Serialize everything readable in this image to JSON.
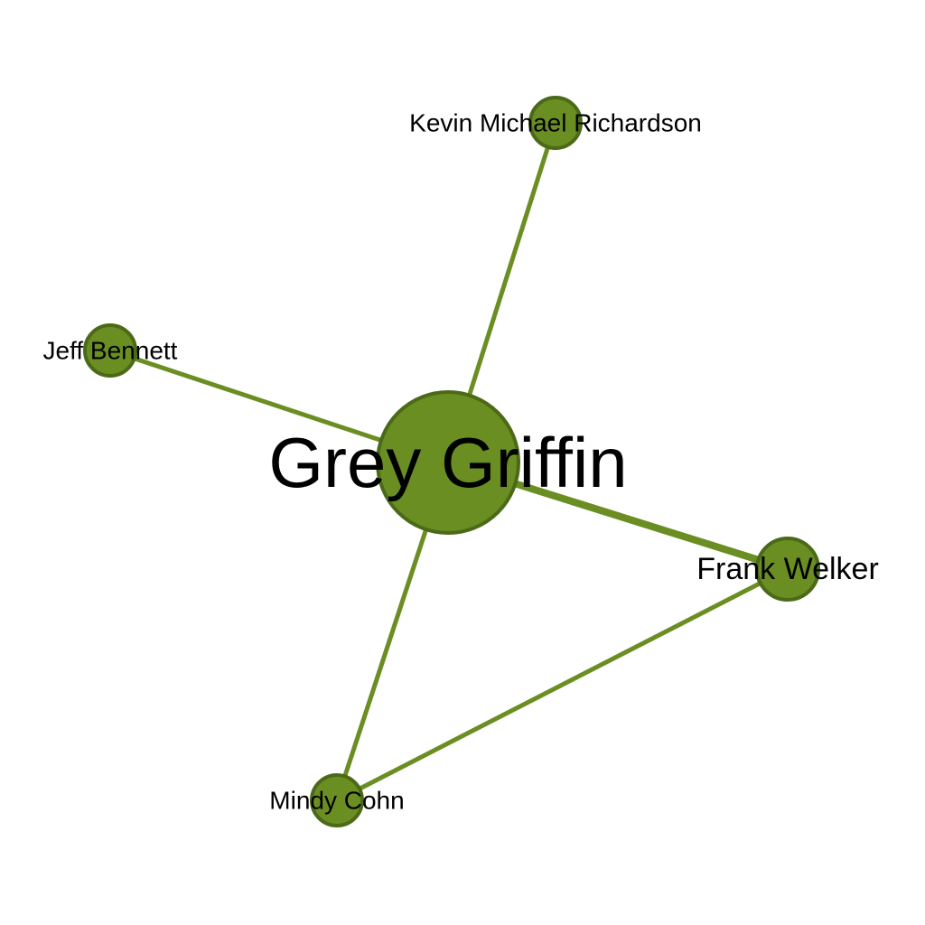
{
  "graph": {
    "colors": {
      "node_fill": "#6b8e23",
      "node_stroke": "#4b6a18",
      "edge": "#6b8e23"
    },
    "nodes": [
      {
        "id": "grey-griffin",
        "label": "Grey Griffin"
      },
      {
        "id": "kevin-michael-richardson",
        "label": "Kevin Michael Richardson"
      },
      {
        "id": "jeff-bennett",
        "label": "Jeff Bennett"
      },
      {
        "id": "frank-welker",
        "label": "Frank Welker"
      },
      {
        "id": "mindy-cohn",
        "label": "Mindy Cohn"
      }
    ],
    "edges": [
      {
        "source": "grey-griffin",
        "target": "kevin-michael-richardson"
      },
      {
        "source": "grey-griffin",
        "target": "jeff-bennett"
      },
      {
        "source": "grey-griffin",
        "target": "frank-welker"
      },
      {
        "source": "grey-griffin",
        "target": "mindy-cohn"
      },
      {
        "source": "frank-welker",
        "target": "mindy-cohn"
      }
    ]
  }
}
